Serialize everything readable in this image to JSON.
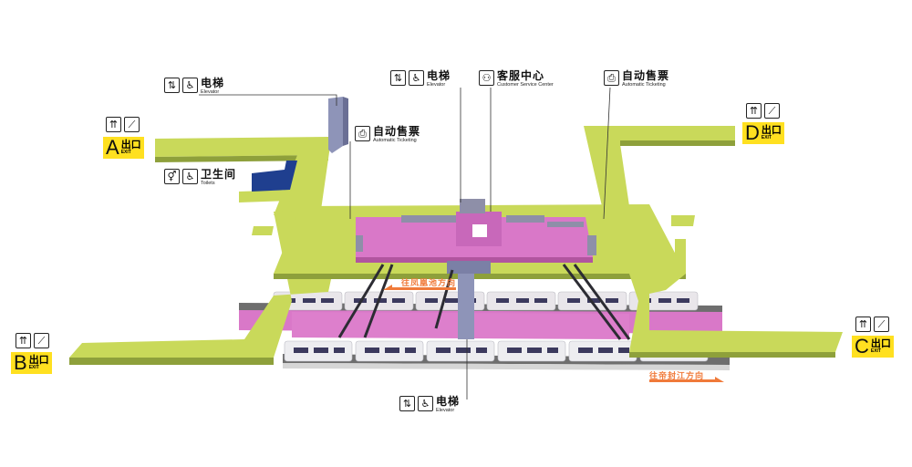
{
  "labels": {
    "elevator_top_left": {
      "cn": "电梯",
      "en": "Elevator"
    },
    "elevator_center_top": {
      "cn": "电梯",
      "en": "Elevator"
    },
    "elevator_bottom": {
      "cn": "电梯",
      "en": "Elevator"
    },
    "customer_service": {
      "cn": "客服中心",
      "en": "Customer Service Center"
    },
    "ticketing_left": {
      "cn": "自动售票",
      "en": "Automatic Ticketing"
    },
    "ticketing_right": {
      "cn": "自动售票",
      "en": "Automatic Ticketing"
    },
    "toilets": {
      "cn": "卫生间",
      "en": "Toilets"
    }
  },
  "exits": {
    "a": {
      "letter": "A",
      "cn": "出口",
      "en": "EXIT"
    },
    "b": {
      "letter": "B",
      "cn": "出口",
      "en": "EXIT"
    },
    "c": {
      "letter": "C",
      "cn": "出口",
      "en": "EXIT"
    },
    "d": {
      "letter": "D",
      "cn": "出口",
      "en": "EXIT"
    }
  },
  "directions": {
    "toward_fenghuangchi": "往凤凰池方向",
    "toward_dijiangfeng": "往帝封江方向"
  },
  "colors": {
    "concourse": "#c9d95a",
    "platform": "#d978c8",
    "track": "#7a7a7a",
    "stairs": "#8e8fa8",
    "toilet_block": "#1f3f8f",
    "exit_badge": "#ffe020",
    "direction_text": "#f07a3a"
  },
  "icons": [
    "elevator-icon",
    "wheelchair-icon",
    "people-up-icon",
    "escalator-icon",
    "ticket-machine-icon",
    "service-desk-icon",
    "toilet-people-icon"
  ]
}
